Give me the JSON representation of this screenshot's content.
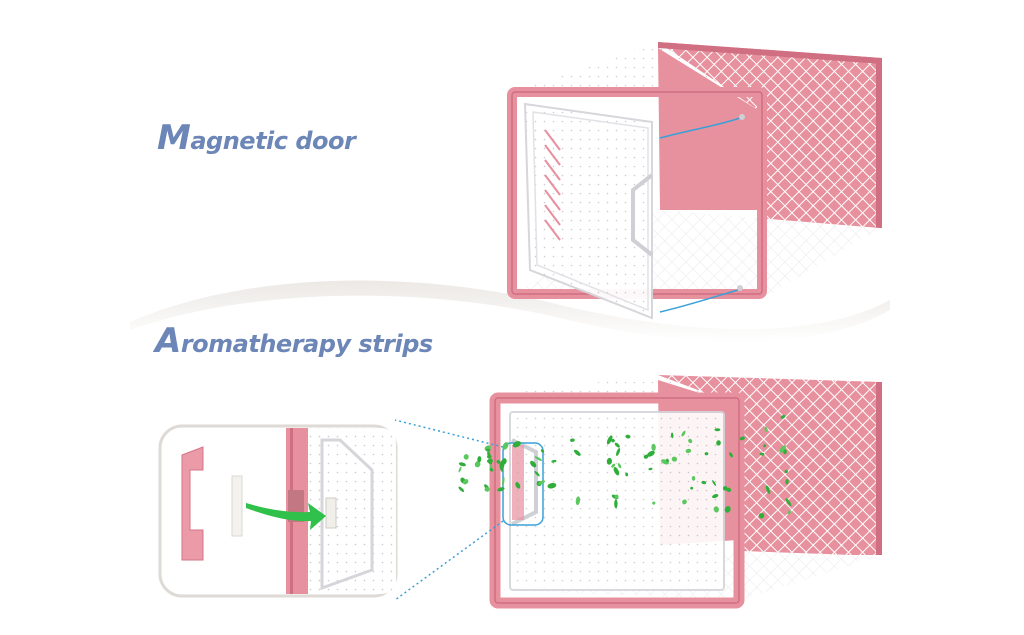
{
  "captions": {
    "magnetic_door": {
      "initial": "M",
      "rest": "agnetic door"
    },
    "aromatherapy_strips": {
      "initial": "A",
      "rest": "romatherapy strips"
    }
  },
  "colors": {
    "caption_text": "#6c86b8",
    "box_pink": "#e7909e",
    "box_pink_dark": "#d06f82",
    "box_pink_light": "#f2b5c0",
    "leaf_green": "#2fae3a",
    "callout_blue": "#3aa0d8",
    "wave_gray": "#e6e3e0",
    "background": "#ffffff"
  },
  "illustrations": {
    "top": "shoe box with open magnetic door",
    "bottom": "shoe box with aromatherapy strip in handle, leaves dispersing",
    "inset": "handle detail with aromatherapy strip insertion arrow"
  }
}
